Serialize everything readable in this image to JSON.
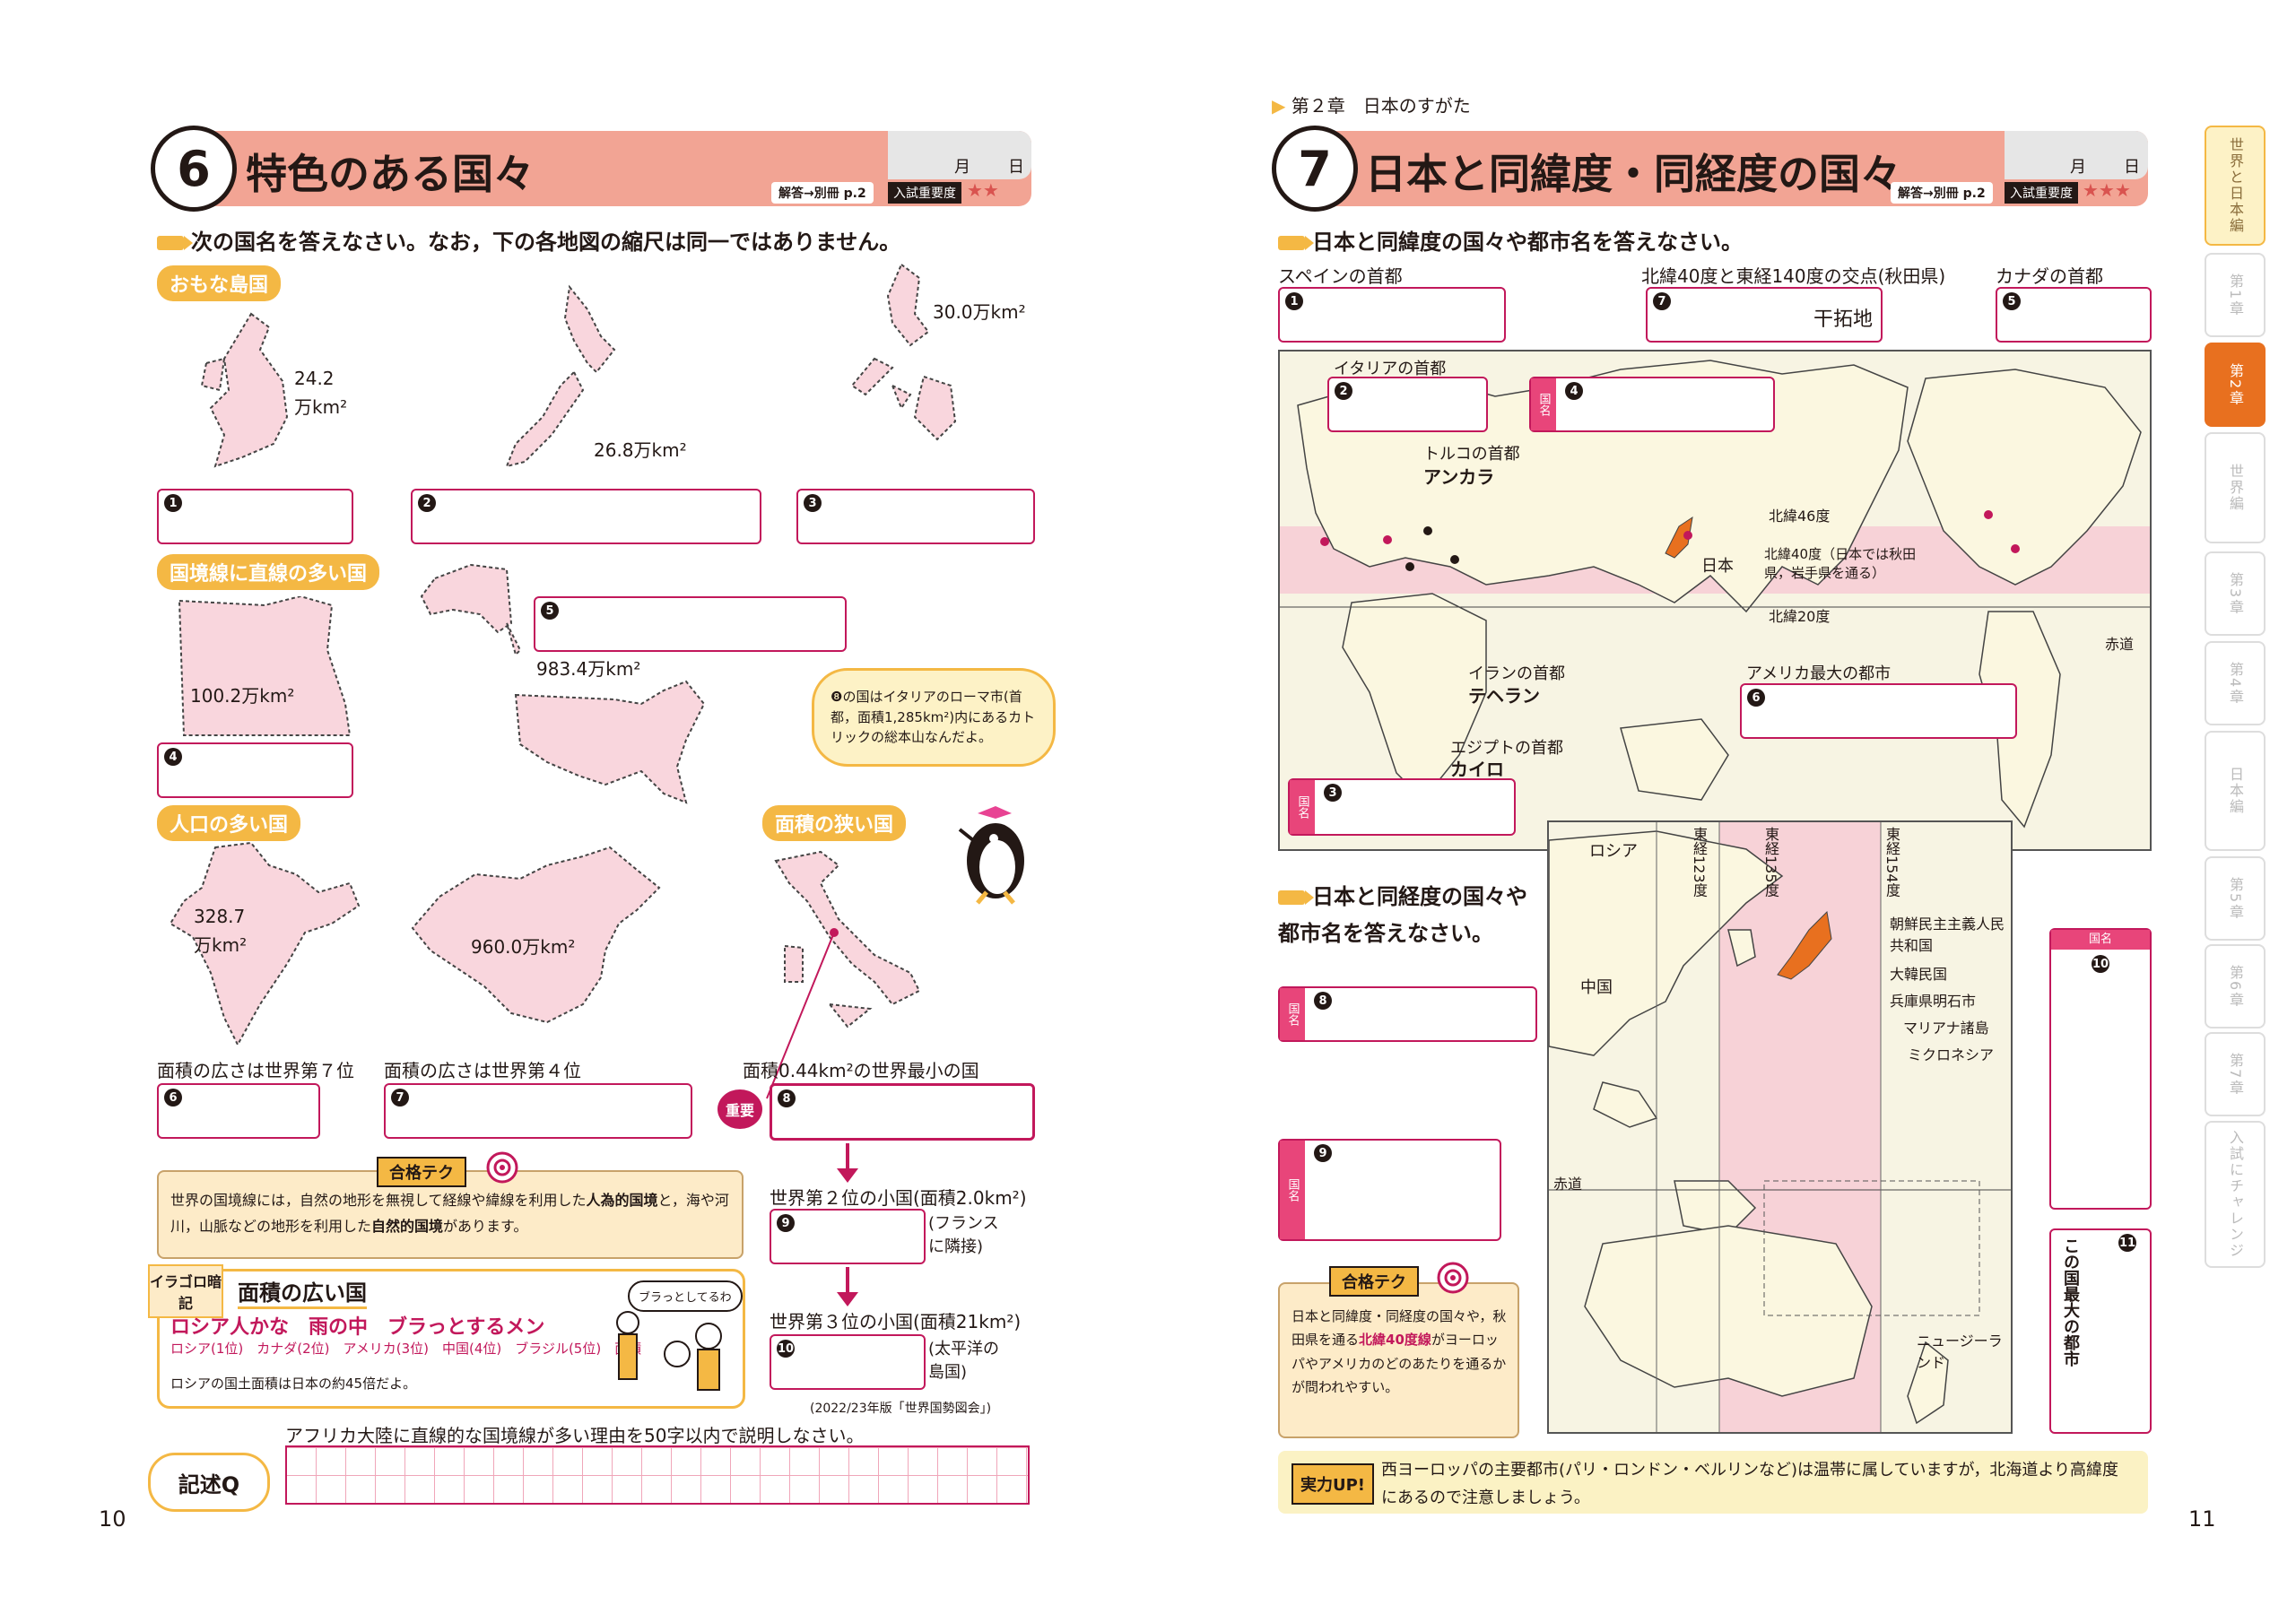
{
  "left": {
    "section_num": "6",
    "section_title": "特色のある国々",
    "date_month": "月",
    "date_day": "日",
    "answer_ref": "解答→別冊 p.2",
    "importance_label": "入試重要度",
    "stars": "★★",
    "instruction": "次の国名を答えなさい。なお，下の各地図の縮尺は同一ではありません。",
    "tag_islands": "おもな島国",
    "tag_border": "国境線に直線の多い国",
    "tag_population": "人口の多い国",
    "tag_small": "面積の狭い国",
    "area_uk_1": "24.2",
    "area_uk_2": "万km²",
    "area_nz": "26.8万km²",
    "area_ph": "30.0万km²",
    "area_eg": "100.2万km²",
    "area_us": "983.4万km²",
    "area_in_1": "328.7",
    "area_in_2": "万km²",
    "area_cn": "960.0万km²",
    "speech": "❽の国はイタリアのローマ市(首都，面積1,285km²)内にあるカトリックの総本山なんだよ。",
    "cap6": "面積の広さは世界第７位",
    "cap7": "面積の広さは世界第４位",
    "cap8": "面積0.44km²の世界最小の国",
    "important": "重要",
    "tech_title": "合格テク",
    "tech_text_1": "世界の国境線には，自然の地形を無視して経線や緯線を利用した",
    "tech_bold_1": "人為的国境",
    "tech_text_2": "と，海や河川，山脈などの地形を利用した",
    "tech_bold_2": "自然的国境",
    "tech_text_3": "があります。",
    "second_small": "世界第２位の小国(面積2.0km²)",
    "second_note": "(フランスに隣接)",
    "third_small": "世界第３位の小国(面積21km²)",
    "third_note": "(太平洋の島国)",
    "memo_tag": "イラゴロ暗記",
    "memo_title": "面積の広い国",
    "memo_phrase": "ロシア人かな　雨の中　ブラっとするメン",
    "memo_sub": "ロシア(1位)　カナダ(2位)　アメリカ(3位)　中国(4位)　ブラジル(5位)　面積",
    "memo_note": "ロシアの国土面積は日本の約45倍だよ。",
    "memo_bubble": "ブラっとしてるわ",
    "source": "(2022/23年版「世界国勢図会」)",
    "kijutsu_label": "記述Q",
    "kijutsu_q": "アフリカ大陸に直線的な国境線が多い理由を50字以内で説明しなさい。",
    "page": "10",
    "nums": [
      "1",
      "2",
      "3",
      "4",
      "5",
      "6",
      "7",
      "8",
      "9",
      "10"
    ]
  },
  "right": {
    "chapter": "第２章　日本のすがた",
    "section_num": "7",
    "section_title": "日本と同緯度・同経度の国々",
    "date_month": "月",
    "date_day": "日",
    "answer_ref": "解答→別冊 p.2",
    "importance_label": "入試重要度",
    "stars": "★★★",
    "instruction1": "日本と同緯度の国々や都市名を答えなさい。",
    "lbl_spain": "スペインの首都",
    "lbl_intersect": "北緯40度と東経140度の交点(秋田県)",
    "lbl_canada": "カナダの首都",
    "hint7": "干拓地",
    "lbl_italy": "イタリアの首都",
    "lbl_country": "国名",
    "lbl_turkey": "トルコの首都",
    "ans_turkey": "アンカラ",
    "lat46": "北緯46度",
    "lat40": "北緯40度（日本では秋田県，岩手県を通る）",
    "japan": "日本",
    "lat20": "北緯20度",
    "equator": "赤道",
    "lbl_iran": "イランの首都",
    "ans_iran": "テヘラン",
    "lbl_us_city": "アメリカ最大の都市",
    "lbl_egypt": "エジプトの首都",
    "ans_egypt": "カイロ",
    "instruction2": "日本と同経度の国々や都市名を答えなさい。",
    "russia": "ロシア",
    "china": "中国",
    "lon123": "東経123度",
    "lon135": "東経135度",
    "lon154": "東経154度",
    "nk": "朝鮮民主主義人民共和国",
    "sk": "大韓民国",
    "akashi": "兵庫県明石市",
    "mariana": "マリアナ諸島",
    "micronesia": "ミクロネシア",
    "equator2": "赤道",
    "nz": "ニュージーランド",
    "city11": "この国最大の都市",
    "tech_title": "合格テク",
    "tech_text_1": "日本と同緯度・同経度の国々や，秋田県を通る",
    "tech_bold": "北緯40度線",
    "tech_text_2": "がヨーロッパやアメリカのどのあたりを通るかが問われやすい。",
    "up_label": "実力UP!",
    "up_text": "西ヨーロッパの主要都市(パリ・ロンドン・ベルリンなど)は温帯に属していますが，北海道より高緯度にあるので注意しましょう。",
    "page": "11",
    "nums": [
      "1",
      "2",
      "3",
      "4",
      "5",
      "6",
      "7",
      "8",
      "9",
      "10",
      "11"
    ]
  },
  "side_tabs": [
    {
      "label": "世界と日本編",
      "active": false
    },
    {
      "label": "第1章",
      "active": false
    },
    {
      "label": "第2章",
      "active": true
    },
    {
      "label": "世界編",
      "active": false
    },
    {
      "label": "第3章",
      "active": false
    },
    {
      "label": "第4章",
      "active": false
    },
    {
      "label": "日本編",
      "active": false
    },
    {
      "label": "第5章",
      "active": false
    },
    {
      "label": "第6章",
      "active": false
    },
    {
      "label": "第7章",
      "active": false
    },
    {
      "label": "入試にチャレンジ",
      "active": false
    }
  ],
  "colors": {
    "header": "#f2a494",
    "accent": "#c2185b",
    "tag": "#f4b844",
    "map_fill": "#f9d6dd",
    "japan": "#e8701f"
  }
}
